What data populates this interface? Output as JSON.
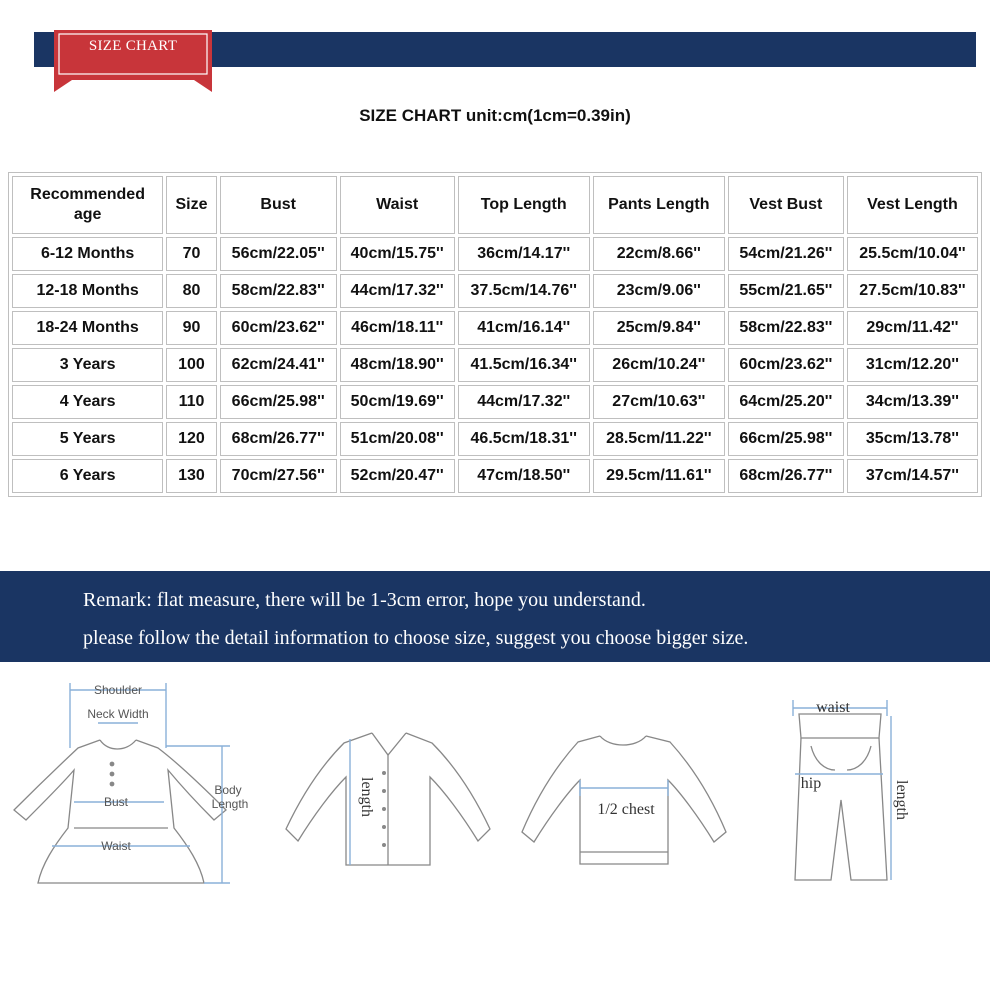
{
  "banner": {
    "label": "SIZE CHART"
  },
  "subtitle": "SIZE CHART unit:cm(1cm=0.39in)",
  "table": {
    "headers": [
      "Recommended age",
      "Size",
      "Bust",
      "Waist",
      "Top Length",
      "Pants Length",
      "Vest Bust",
      "Vest Length"
    ],
    "rows": [
      [
        "6-12 Months",
        "70",
        "56cm/22.05''",
        "40cm/15.75''",
        "36cm/14.17''",
        "22cm/8.66''",
        "54cm/21.26''",
        "25.5cm/10.04''"
      ],
      [
        "12-18 Months",
        "80",
        "58cm/22.83''",
        "44cm/17.32''",
        "37.5cm/14.76''",
        "23cm/9.06''",
        "55cm/21.65''",
        "27.5cm/10.83''"
      ],
      [
        "18-24 Months",
        "90",
        "60cm/23.62''",
        "46cm/18.11''",
        "41cm/16.14''",
        "25cm/9.84''",
        "58cm/22.83''",
        "29cm/11.42''"
      ],
      [
        "3 Years",
        "100",
        "62cm/24.41''",
        "48cm/18.90''",
        "41.5cm/16.34''",
        "26cm/10.24''",
        "60cm/23.62''",
        "31cm/12.20''"
      ],
      [
        "4 Years",
        "110",
        "66cm/25.98''",
        "50cm/19.69''",
        "44cm/17.32''",
        "27cm/10.63''",
        "64cm/25.20''",
        "34cm/13.39''"
      ],
      [
        "5 Years",
        "120",
        "68cm/26.77''",
        "51cm/20.08''",
        "46.5cm/18.31''",
        "28.5cm/11.22''",
        "66cm/25.98''",
        "35cm/13.78''"
      ],
      [
        "6 Years",
        "130",
        "70cm/27.56''",
        "52cm/20.47''",
        "47cm/18.50''",
        "29.5cm/11.61''",
        "68cm/26.77''",
        "37cm/14.57''"
      ]
    ]
  },
  "remark": {
    "line1": "Remark: flat measure, there will be 1-3cm error, hope you understand.",
    "line2": "please follow the detail information to choose size, suggest you choose bigger size."
  },
  "diagrams": {
    "dress": {
      "shoulder": "Shoulder",
      "neck": "Neck Width",
      "bust": "Bust",
      "waist": "Waist",
      "body1": "Body",
      "body2": "Length"
    },
    "shirt": {
      "length": "length"
    },
    "sweater": {
      "chest": "1/2 chest"
    },
    "pants": {
      "waist": "waist",
      "hip": "hip",
      "length": "length"
    }
  },
  "colors": {
    "navy": "#1a3563",
    "ribbon": "#c8353a",
    "measure": "#8ab0d8"
  }
}
